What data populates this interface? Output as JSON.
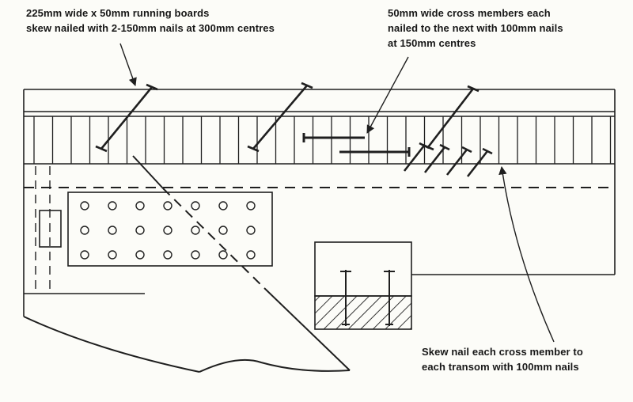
{
  "annotations": {
    "running_boards": "225mm wide x 50mm running boards\nskew nailed with 2-150mm nails at 300mm centres",
    "cross_members": "50mm wide cross members each\nnailed to the next with 100mm nails\nat 150mm centres",
    "skew_nail": "Skew nail each cross member to\neach transom with 100mm nails"
  },
  "diagram": {
    "cross_member_ticks": 32,
    "nail_plate": {
      "rows": 3,
      "cols": 7
    },
    "transom_nails": 2,
    "skew_nail_cluster": 4
  },
  "colors": {
    "ink": "#1f1f1f",
    "paper": "#fcfcf8"
  }
}
